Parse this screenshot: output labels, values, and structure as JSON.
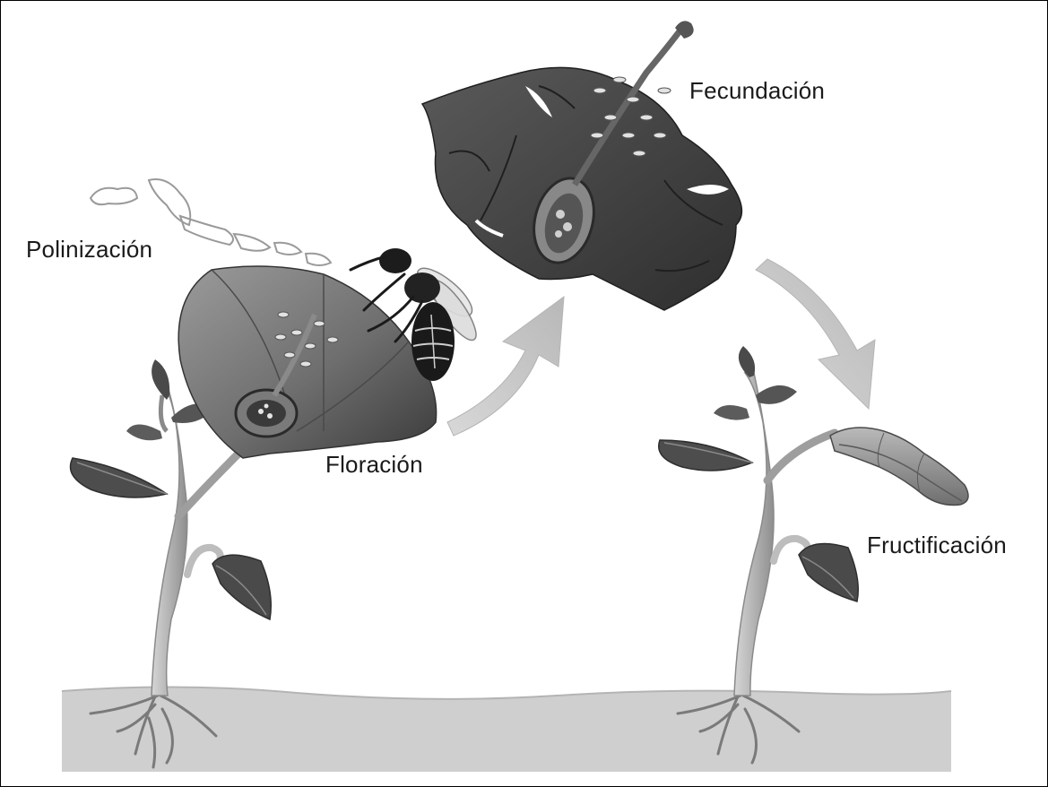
{
  "labels": {
    "polinizacion": "Polinización",
    "fecundacion": "Fecundación",
    "floracion": "Floración",
    "fructificacion": "Fructificación"
  },
  "colors": {
    "ground": "#cfcfcf",
    "stem": "#bdbdbd",
    "stem_shadow": "#8a8a8a",
    "leaf": "#4a4a4a",
    "petal_light": "#8c8c8c",
    "petal_dark": "#3d3d3d",
    "arrow": "#c6c6c6",
    "bee": "#1a1a1a",
    "pod": "#9a9a9a"
  }
}
